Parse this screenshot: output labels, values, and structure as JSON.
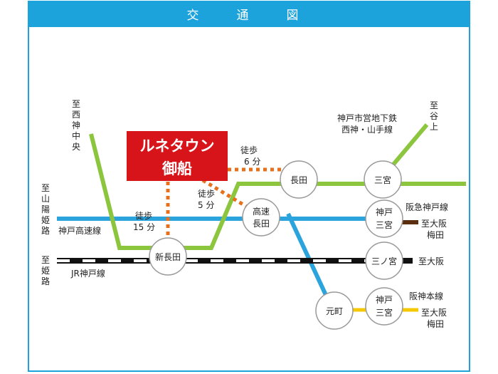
{
  "title": "交　通　図",
  "brand": {
    "line1": "ルネタウン",
    "line2": "御船"
  },
  "stations": {
    "shin_nagata": "新長田",
    "nagata": "長田",
    "kosoku_nagata_1": "高速",
    "kosoku_nagata_2": "長田",
    "sannomiya": "三宮",
    "kobe_sannomiya_1": "神戸",
    "kobe_sannomiya_2": "三宮",
    "sannomiya_jr": "三ノ宮",
    "motomachi": "元町",
    "hanshin_sannomiya_1": "神戸",
    "hanshin_sannomiya_2": "三宮"
  },
  "lines": {
    "subway_1": "神戸市営地下鉄",
    "subway_2": "西神・山手線",
    "kobe_kosoku": "神戸高速線",
    "jr": "JR神戸線",
    "hankyu": "阪急神戸線",
    "hanshin": "阪神本線"
  },
  "directions": {
    "nishi_kamichuo": [
      "至",
      "西",
      "神",
      "中",
      "央"
    ],
    "taniue": [
      "至",
      "谷",
      "上"
    ],
    "sanyo_himeji": [
      "至",
      "山",
      "陽",
      "姫",
      "路"
    ],
    "himeji": [
      "至",
      "姫",
      "路"
    ],
    "osaka_umeda_hankyu_1": "至大阪",
    "osaka_umeda_hankyu_2": "梅田",
    "osaka_jr": "至大阪",
    "osaka_umeda_hanshin_1": "至大阪",
    "osaka_umeda_hanshin_2": "梅田"
  },
  "walks": {
    "to_shin_nagata_1": "徒歩",
    "to_shin_nagata_2": "15 分",
    "to_kosoku_nagata_1": "徒歩",
    "to_kosoku_nagata_2": "5 分",
    "to_nagata_1": "徒歩",
    "to_nagata_2": "6 分"
  },
  "colors": {
    "header": "#1da3dc",
    "subway": "#8cc63f",
    "kosoku": "#2ba3dc",
    "brand_box": "#d7141a",
    "walk_dots": "#e8701a",
    "hankyu": "#5a2e0f",
    "hanshin": "#f5c800"
  }
}
